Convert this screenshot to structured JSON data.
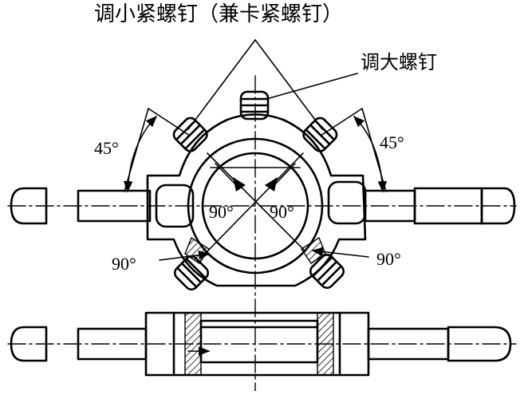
{
  "labels": {
    "top_title": "调小紧螺钉（兼卡紧螺钉）",
    "enlarge_screw": "调大螺钉",
    "angle_left_45": "45°",
    "angle_right_45": "45°",
    "angle_inner_left_90": "90°",
    "angle_inner_right_90": "90°",
    "angle_bottom_left_90": "90°",
    "angle_bottom_right_90": "90°"
  }
}
